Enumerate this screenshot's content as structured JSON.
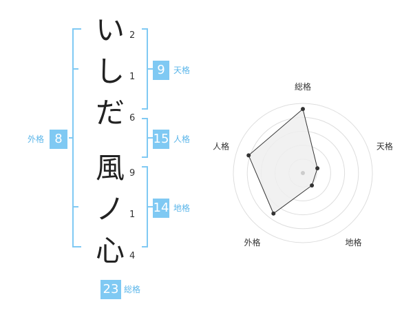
{
  "name_chars": [
    {
      "char": "い",
      "strokes": "2"
    },
    {
      "char": "し",
      "strokes": "1"
    },
    {
      "char": "だ",
      "strokes": "6"
    },
    {
      "char": "風",
      "strokes": "9"
    },
    {
      "char": "ノ",
      "strokes": "1"
    },
    {
      "char": "心",
      "strokes": "4"
    }
  ],
  "kaku": {
    "tenkaku": {
      "value": "9",
      "label": "天格"
    },
    "jinkaku": {
      "value": "15",
      "label": "人格"
    },
    "chikaku": {
      "value": "14",
      "label": "地格"
    },
    "gaikaku": {
      "value": "8",
      "label": "外格"
    },
    "soukaku": {
      "value": "23",
      "label": "総格"
    }
  },
  "colors": {
    "accent": "#7fc9f3",
    "bracket": "#7fc9f3",
    "radar_fill": "#eeeeee",
    "radar_line": "#333333"
  },
  "chart_data": {
    "type": "radar",
    "axes": [
      "総格",
      "天格",
      "地格",
      "外格",
      "人格"
    ],
    "values": [
      0.92,
      0.22,
      0.22,
      0.72,
      0.82
    ],
    "range": [
      0,
      1
    ],
    "rings": 5
  }
}
